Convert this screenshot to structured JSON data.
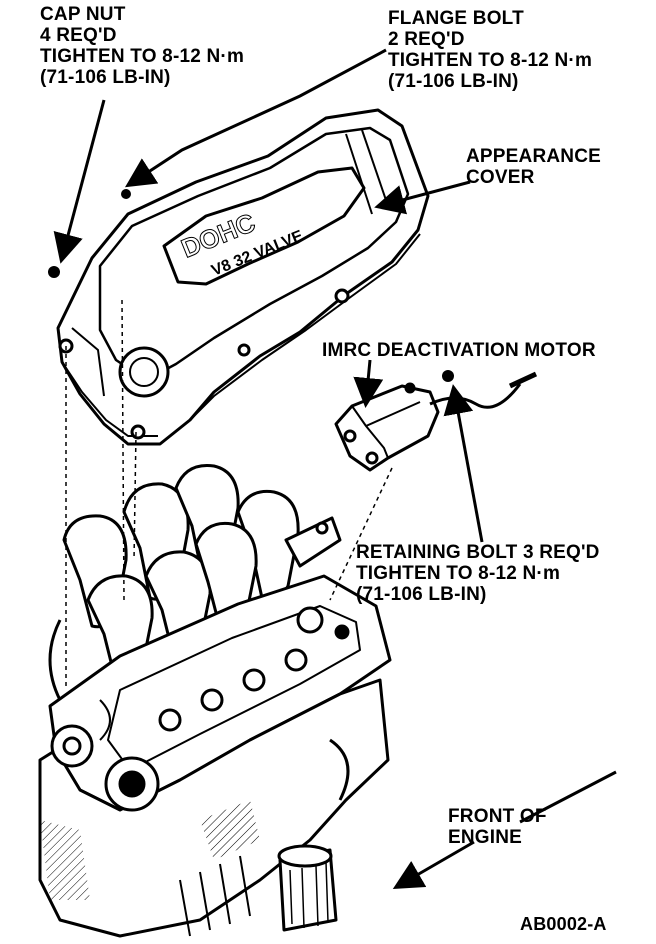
{
  "figure": {
    "id_label": "AB0002-A"
  },
  "callouts": {
    "cap_nut": [
      "CAP NUT",
      "4 REQ'D",
      "TIGHTEN TO 8-12 N·m",
      "(71-106 LB-IN)"
    ],
    "flange_bolt": [
      "FLANGE BOLT",
      "2 REQ'D",
      "TIGHTEN TO 8-12 N·m",
      "(71-106 LB-IN)"
    ],
    "appearance_cover": [
      "APPEARANCE",
      "COVER"
    ],
    "imrc_motor": [
      "IMRC DEACTIVATION MOTOR"
    ],
    "retaining_bolt": [
      "RETAINING BOLT 3 REQ'D",
      "TIGHTEN TO 8-12 N·m",
      "(71-106 LB-IN)"
    ],
    "front_of_engine": [
      "FRONT OF",
      "ENGINE"
    ]
  },
  "cover_logo": {
    "line1": "DOHC",
    "line2": "V8 32 VALVE"
  },
  "colors": {
    "ink": "#000000",
    "paper": "#ffffff",
    "shade": "#d8d8d8"
  }
}
